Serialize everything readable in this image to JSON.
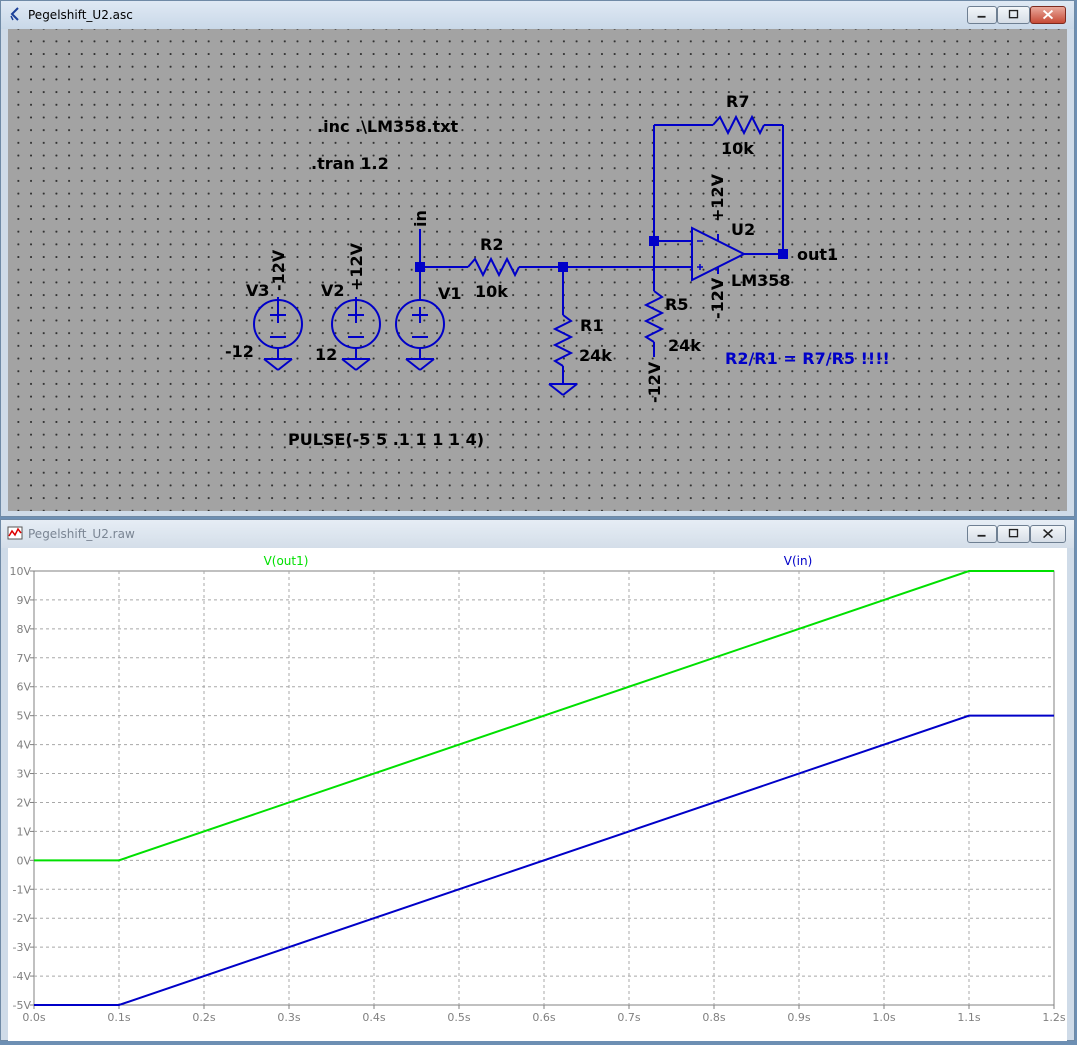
{
  "schematic_window": {
    "title": "Pegelshift_U2.asc",
    "directives": {
      "include": ".inc .\\LM358.txt",
      "tran": ".tran 1.2",
      "pulse": "PULSE(-5 5 .1 1 1 1 4)",
      "note": "R2/R1 = R7/R5  !!!!"
    },
    "components": {
      "v3_name": "V3",
      "v3_value": "-12",
      "v3_net": "-12V",
      "v2_name": "V2",
      "v2_value": "12",
      "v2_net": "+12V",
      "v1_name": "V1",
      "v1_net": "in",
      "r2_name": "R2",
      "r2_value": "10k",
      "r1_name": "R1",
      "r1_value": "24k",
      "r5_name": "R5",
      "r5_value": "24k",
      "r5_net": "-12V",
      "r7_name": "R7",
      "r7_value": "10k",
      "u2_name": "U2",
      "u2_model": "LM358",
      "u2_pos_supply": "+12V",
      "u2_neg_supply": "-12V",
      "out_net": "out1"
    },
    "colors": {
      "wire": "#0000c8",
      "text": "#000000",
      "note": "#0000c8",
      "grid_bg": "#a3a3a3"
    }
  },
  "waveform_window": {
    "title": "Pegelshift_U2.raw",
    "legend": [
      {
        "label": "V(out1)",
        "color": "#00e000"
      },
      {
        "label": "V(in)",
        "color": "#0000c8"
      }
    ],
    "y_tick_labels": [
      "10V",
      "9V",
      "8V",
      "7V",
      "6V",
      "5V",
      "4V",
      "3V",
      "2V",
      "1V",
      "0V",
      "-1V",
      "-2V",
      "-3V",
      "-4V",
      "-5V"
    ],
    "x_tick_labels": [
      "0.0s",
      "0.1s",
      "0.2s",
      "0.3s",
      "0.4s",
      "0.5s",
      "0.6s",
      "0.7s",
      "0.8s",
      "0.9s",
      "1.0s",
      "1.1s",
      "1.2s"
    ]
  },
  "chart_data": {
    "type": "line",
    "xlim": [
      0,
      1.2
    ],
    "ylim": [
      -5,
      10
    ],
    "grid": true,
    "legend_position": "top",
    "series": [
      {
        "name": "V(out1)",
        "color": "#00e000",
        "x": [
          0,
          0.1,
          1.1,
          1.2
        ],
        "y": [
          0,
          0,
          10,
          10
        ]
      },
      {
        "name": "V(in)",
        "color": "#0000c8",
        "x": [
          0,
          0.1,
          1.1,
          1.2
        ],
        "y": [
          -5,
          -5,
          5,
          5
        ]
      }
    ]
  }
}
